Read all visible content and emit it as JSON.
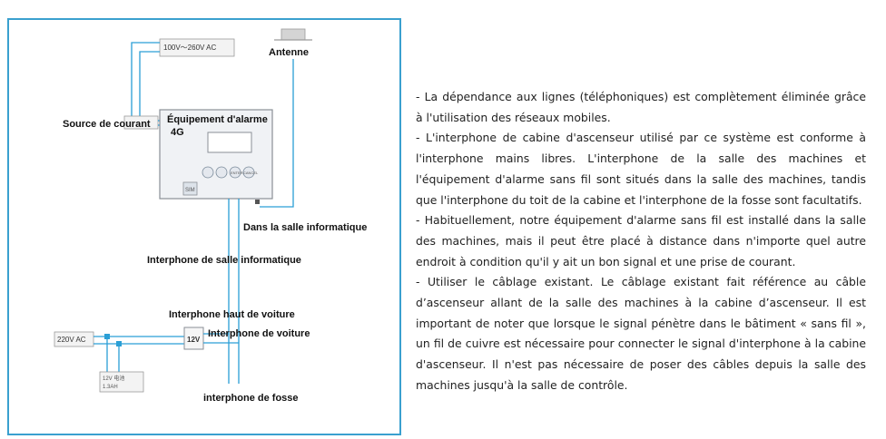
{
  "diagram": {
    "labels": {
      "power_input": "100V～260V AC",
      "antenna": "Antenne",
      "power_source": "Source de courant",
      "alarm_equipment_line1": "Équipement d'alarme",
      "alarm_equipment_line2": "4G",
      "sim": "SIM",
      "button_enter": "ENTER",
      "button_cancel": "CANCEL",
      "computer_room": "Dans la salle informatique",
      "computer_room_intercom": "Interphone de salle informatique",
      "car_top_intercom": "Interphone haut de voiture",
      "ac_220": "220V AC",
      "v12": "12V",
      "car_intercom": "Interphone de voiture",
      "battery_line1": "12V 电池",
      "battery_line2": "1.3AH",
      "pit_intercom": "interphone de fosse"
    },
    "colors": {
      "frame": "#3aa0cf",
      "wire": "#2a9fd6",
      "device_fill": "#f0f2f5",
      "device_stroke": "#8a8f96"
    }
  },
  "paragraphs": [
    "- La dépendance aux lignes (téléphoniques) est complètement éliminée grâce à l'utilisation des réseaux mobiles.",
    "- L'interphone de cabine d'ascenseur utilisé par ce système est conforme à l'interphone mains libres. L'interphone de la salle des machines et l'équipement d'alarme sans fil sont situés dans la salle des machines, tandis que l'interphone du toit de la cabine et l'interphone de la fosse sont facultatifs.",
    "- Habituellement, notre équipement d'alarme sans fil est installé dans la salle des machines, mais il peut être placé à distance dans n'importe quel autre endroit à condition qu'il y ait un bon signal et une prise de courant.",
    "- Utiliser le câblage existant. Le câblage existant fait référence au câble d’ascenseur allant de la salle des machines à la cabine d’ascenseur. Il est important de noter que lorsque le signal pénètre dans le bâtiment « sans fil », un fil de cuivre est nécessaire pour connecter le signal d'interphone à la cabine d'ascenseur. Il n'est pas nécessaire de poser des câbles depuis la salle des machines jusqu'à la salle de contrôle."
  ]
}
